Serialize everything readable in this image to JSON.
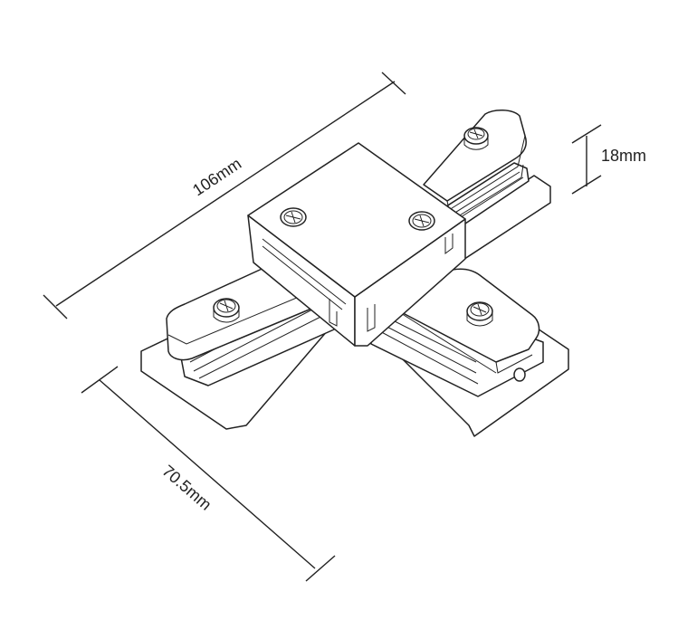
{
  "dimensions": {
    "length": "106mm",
    "height": "18mm",
    "width": "70.5mm"
  }
}
